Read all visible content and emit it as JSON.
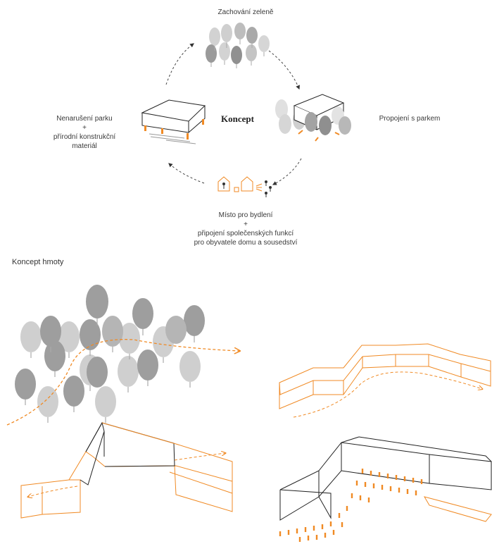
{
  "concept": {
    "title": "Koncept",
    "top_label": "Zachování zeleně",
    "right_label": "Propojení s parkem",
    "left_label": [
      "Nenarušení parku",
      "+",
      "přírodní konstrukční",
      "materiál"
    ],
    "bottom_label": [
      "Místo pro bydlení",
      "+",
      "připojení společenských funkcí",
      "pro obyvatele domu a sousedství"
    ]
  },
  "mass_section": {
    "title": "Koncept hmoty"
  },
  "colors": {
    "accent": "#f08a24",
    "line": "#222222",
    "tree_dark": "#8f8f8f",
    "tree_light": "#cdcdcd"
  }
}
